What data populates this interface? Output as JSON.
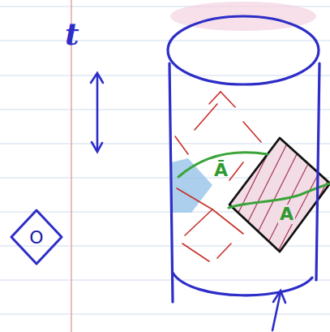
{
  "diagram": {
    "nodes": [
      {
        "text": [
          "O"
        ]
      }
    ],
    "labels": [
      "t",
      "Ā",
      "A"
    ]
  }
}
